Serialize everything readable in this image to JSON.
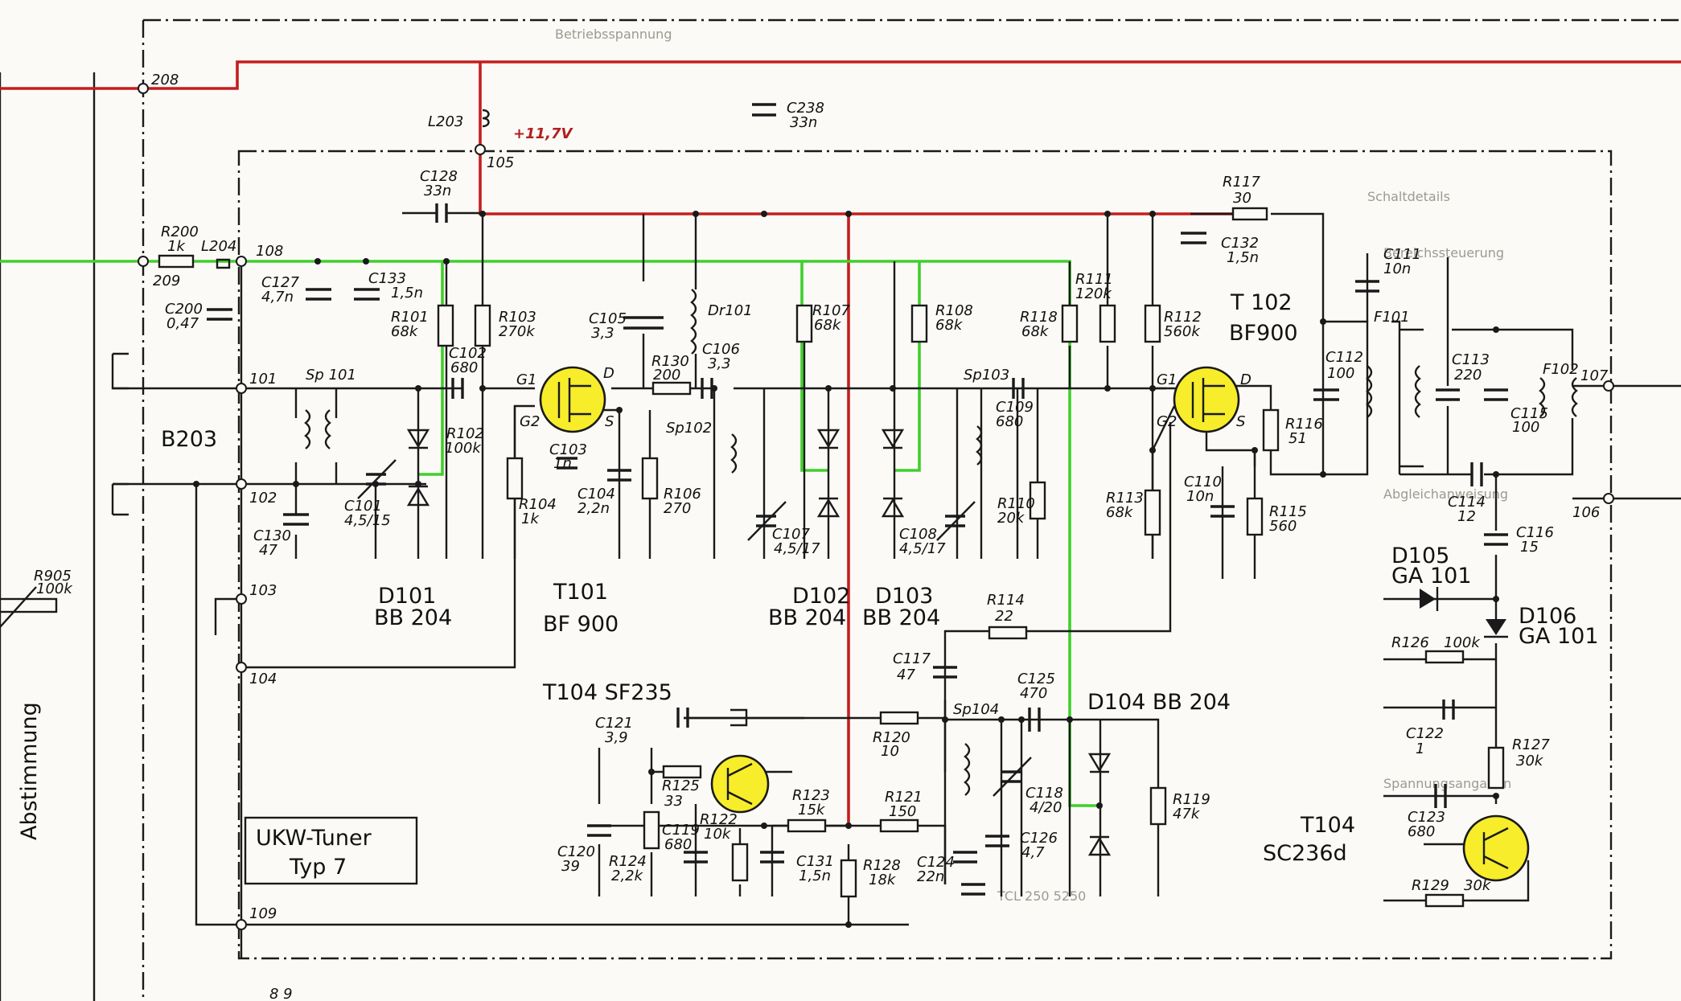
{
  "colors": {
    "supply_line": "#c41e1e",
    "tuning_line": "#3fcf2b",
    "transistor_fill": "#f7ed2a",
    "ink": "#1a1a1a",
    "paper": "#fbfaf6"
  },
  "title_box": {
    "line1": "UKW-Tuner",
    "line2": "Typ 7"
  },
  "side_label": "Abstimmung",
  "supply_label": "+11,7V",
  "nodes": {
    "n208": "208",
    "n209": "209",
    "n105": "105",
    "n108": "108",
    "n101": "101",
    "n102": "102",
    "n103": "103",
    "n104": "104",
    "n109": "109",
    "n107": "107",
    "n106": "106"
  },
  "connector": "B203",
  "potentiometer": {
    "name": "R905",
    "value": "100k"
  },
  "page_corner": "8 9",
  "transistors": {
    "t101": {
      "name": "T101",
      "type": "BF 900"
    },
    "t102": {
      "name": "T 102",
      "type": "BF900"
    },
    "t104a": {
      "name": "T104",
      "type": "SF235",
      "full": "T104 SF235"
    },
    "t104b": {
      "name": "T104",
      "type": "SC236d"
    }
  },
  "fet_pins": {
    "g1": "G1",
    "g2": "G2",
    "d": "D",
    "s": "S"
  },
  "diodes": {
    "d101": {
      "name": "D101",
      "type": "BB 204"
    },
    "d102": {
      "name": "D102",
      "type": "BB 204"
    },
    "d103": {
      "name": "D103",
      "type": "BB 204"
    },
    "d104": {
      "name": "D104",
      "type": "BB 204",
      "full": "D104  BB 204"
    },
    "d105": {
      "name": "D105",
      "type": "GA 101"
    },
    "d106": {
      "name": "D106",
      "type": "GA 101"
    }
  },
  "components": {
    "L203": "L203",
    "L204": "L204",
    "R200": "R200",
    "R200v": "1k",
    "C238": "C238",
    "C238v": "33n",
    "C128": "C128",
    "C128v": "33n",
    "C127": "C127",
    "C127v": "4,7n",
    "C133": "C133",
    "C133v": "1,5n",
    "C200": "C200",
    "C200v": "0,47",
    "R101": "R101",
    "R101v": "68k",
    "R103": "R103",
    "R103v": "270k",
    "C105": "C105",
    "C105v": "3,3",
    "Dr101": "Dr101",
    "C102": "C102",
    "C102v": "680",
    "R102": "R102",
    "R102v": "100k",
    "R130": "R130",
    "R130v": "200",
    "C106": "C106",
    "C106v": "3,3",
    "Sp101": "Sp 101",
    "Sp102": "Sp102",
    "Sp103": "Sp103",
    "Sp104": "Sp104",
    "C101": "C101",
    "C101v": "4,5/15",
    "C130": "C130",
    "C130v": "47",
    "R104": "R104",
    "R104v": "1k",
    "C103": "C103",
    "C103v": "1n",
    "C104": "C104",
    "C104v": "2,2n",
    "R106": "R106",
    "R106v": "270",
    "R107": "R107",
    "R107v": "68k",
    "C107": "C107",
    "C107v": "4,5/17",
    "R108": "R108",
    "R108v": "68k",
    "C108": "C108",
    "C108v": "4,5/17",
    "C109": "C109",
    "C109v": "680",
    "R118": "R118",
    "R118v": "68k",
    "R110": "R110",
    "R110v": "20k",
    "R111": "R111",
    "R111v": "120k",
    "R112": "R112",
    "R112v": "560k",
    "R113": "R113",
    "R113v": "68k",
    "R117": "R117",
    "R117v": "30",
    "C132": "C132",
    "C132v": "1,5n",
    "C110": "C110",
    "C110v": "10n",
    "R115": "R115",
    "R115v": "560",
    "R116": "R116",
    "R116v": "51",
    "C111": "C111",
    "C111v": "10n",
    "F101": "F101",
    "F102": "F102",
    "C112": "C112",
    "C112v": "100",
    "C113": "C113",
    "C113v": "220",
    "C115": "C115",
    "C115v": "100",
    "C114": "C114",
    "C114v": "12",
    "C116": "C116",
    "C116v": "15",
    "R114": "R114",
    "R114v": "22",
    "C117": "C117",
    "C117v": "47",
    "C125": "C125",
    "C125v": "470",
    "R120": "R120",
    "R120v": "10",
    "R121": "R121",
    "R121v": "150",
    "R119": "R119",
    "R119v": "47k",
    "C118": "C118",
    "C118v": "4/20",
    "C126": "C126",
    "C126v": "4,7",
    "C124": "C124",
    "C124v": "22n",
    "R128": "R128",
    "R128v": "18k",
    "C121": "C121",
    "C121v": "3,9",
    "R125": "R125",
    "R125v": "33",
    "C119": "C119",
    "C119v": "680",
    "R122": "R122",
    "R122v": "10k",
    "R123": "R123",
    "R123v": "15k",
    "C131": "C131",
    "C131v": "1,5n",
    "C120": "C120",
    "C120v": "39",
    "R124": "R124",
    "R124v": "2,2k",
    "R126": "R126",
    "R126v": "100k",
    "C122": "C122",
    "C122v": "1",
    "R127": "R127",
    "R127v": "30k",
    "C123": "C123",
    "C123v": "680",
    "R129": "R129",
    "R129v": "30k"
  }
}
